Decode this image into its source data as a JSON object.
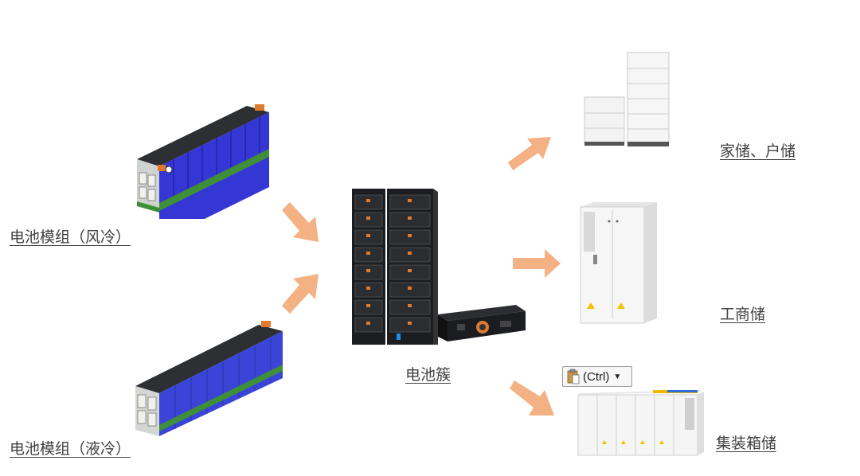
{
  "labels": {
    "module_air": "电池模组（风冷）",
    "module_liquid": "电池模组（液冷）",
    "cluster": "电池簇",
    "home": "家储、户储",
    "commercial": "工商储",
    "container": "集装箱储"
  },
  "paste_button": {
    "label": "(Ctrl)",
    "icon": "clipboard-icon"
  },
  "colors": {
    "arrow": "#f4b183",
    "label_text": "#404040",
    "module_blue": "#3b3fd8",
    "module_green": "#3f8f3a"
  }
}
